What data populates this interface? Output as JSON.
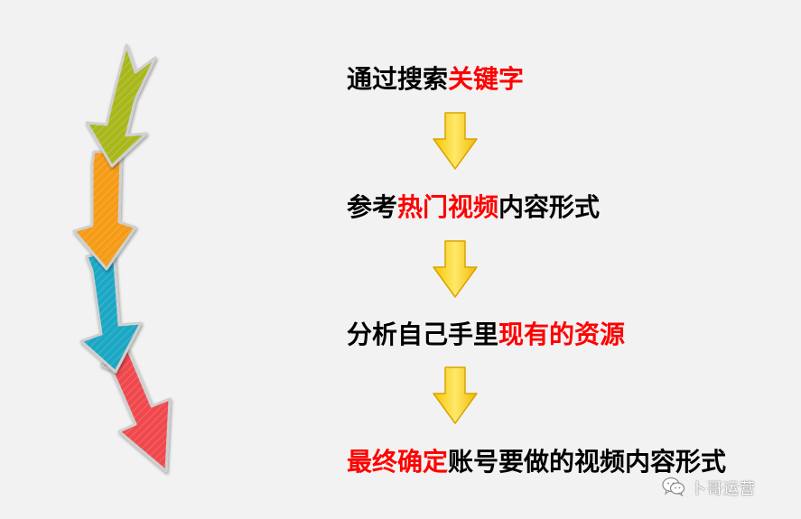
{
  "steps": [
    {
      "parts": [
        {
          "text": "通过搜索",
          "highlight": false
        },
        {
          "text": "关键字",
          "highlight": true
        }
      ]
    },
    {
      "parts": [
        {
          "text": "参考",
          "highlight": false
        },
        {
          "text": "热门视频",
          "highlight": true
        },
        {
          "text": "内容形式",
          "highlight": false
        }
      ]
    },
    {
      "parts": [
        {
          "text": "分析自己手里",
          "highlight": false
        },
        {
          "text": "现有的资源",
          "highlight": true
        }
      ]
    },
    {
      "parts": [
        {
          "text": "最终确定",
          "highlight": true
        },
        {
          "text": "账号要做的视频内容形式",
          "highlight": false
        }
      ]
    }
  ],
  "colors": {
    "background": "#f2f2f2",
    "text": "#000000",
    "highlight": "#ff0000",
    "flow_arrow": "#ffd21f",
    "deco_arrows": [
      "#a8b81c",
      "#f59b15",
      "#1aa7c4",
      "#f0484e"
    ]
  },
  "icons": {
    "flow_arrow": "down-arrow-icon",
    "watermark": "wechat-icon"
  },
  "watermark": {
    "text": "卜哥运营"
  }
}
